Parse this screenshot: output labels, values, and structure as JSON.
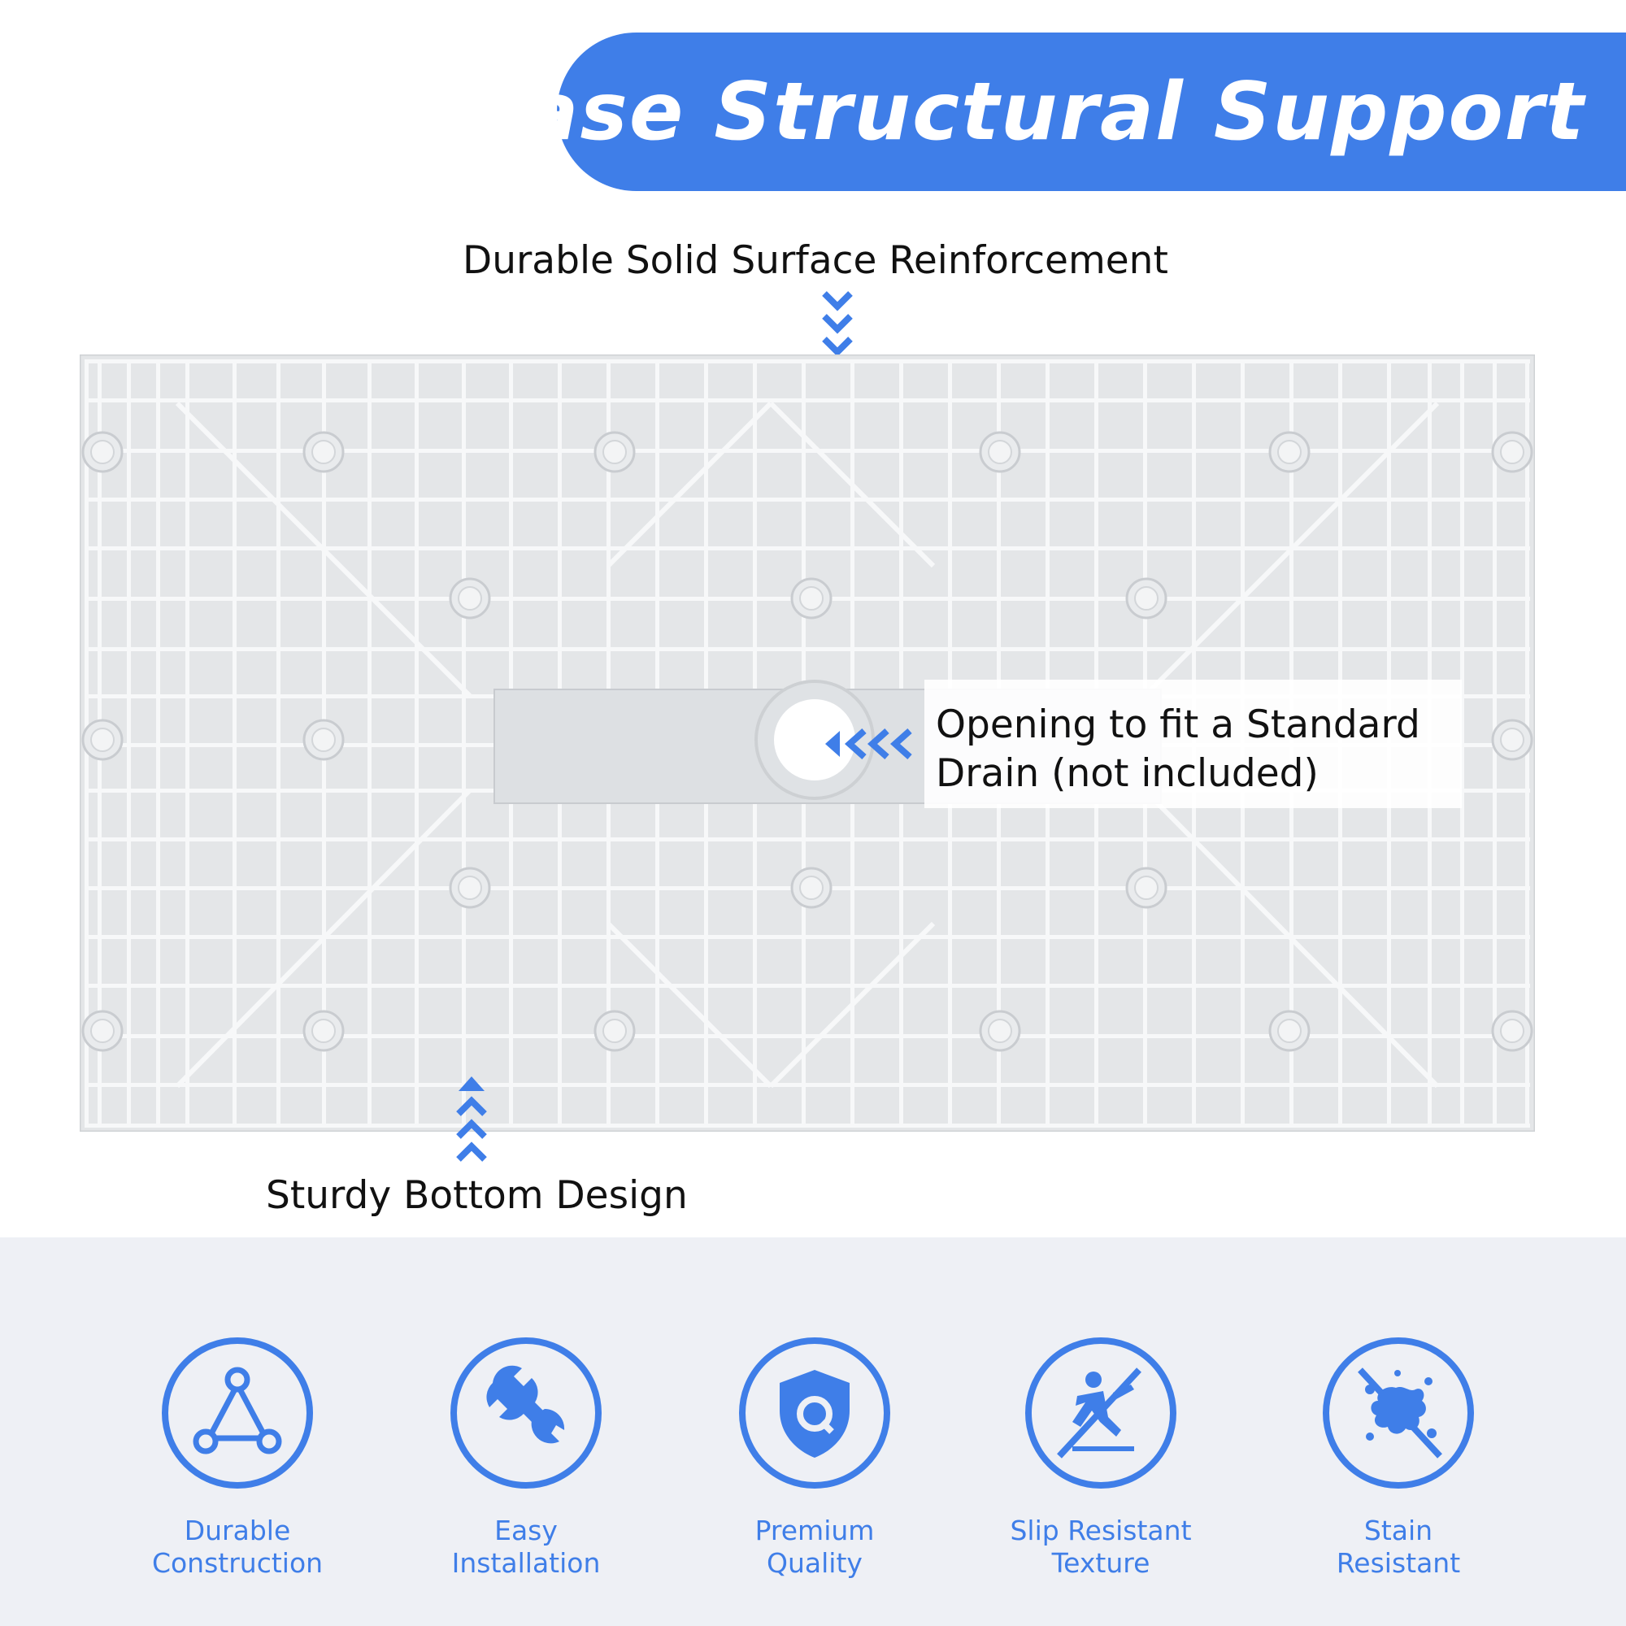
{
  "colors": {
    "accent": "#3f7ee8",
    "tray": "#e4e6e8",
    "rib": "#f7f8f9",
    "band": "#eef0f5"
  },
  "banner": {
    "title": "Base Structural Support"
  },
  "callouts": {
    "top": "Durable Solid Surface Reinforcement",
    "bottom": "Sturdy Bottom Design",
    "drain_line1": "Opening to fit a Standard",
    "drain_line2": "Drain (not included)"
  },
  "features": [
    {
      "icon": "triangle-nodes-icon",
      "line1": "Durable",
      "line2": "Construction"
    },
    {
      "icon": "wrench-icon",
      "line1": "Easy",
      "line2": "Installation"
    },
    {
      "icon": "shield-q-icon",
      "line1": "Premium",
      "line2": "Quality"
    },
    {
      "icon": "no-slip-icon",
      "line1": "Slip Resistant",
      "line2": "Texture"
    },
    {
      "icon": "no-stain-icon",
      "line1": "Stain",
      "line2": "Resistant"
    }
  ]
}
